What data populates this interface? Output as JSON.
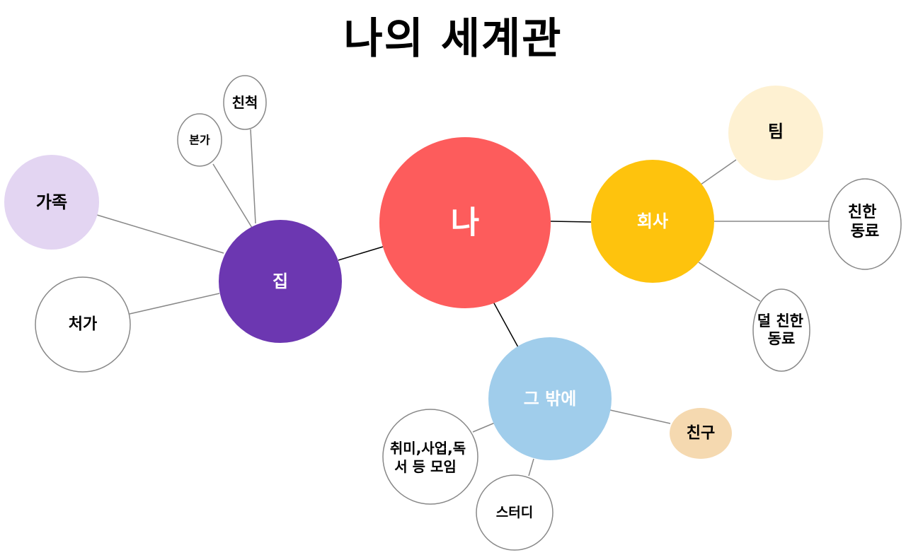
{
  "title": "나의 세계관",
  "colors": {
    "center": "#fd5c5c",
    "home": "#6c37b1",
    "company": "#fec30d",
    "etc": "#a0cdeb",
    "family": "#e3d5f2",
    "team": "#fef1d2",
    "friend": "#f5d9b0",
    "white": "#ffffff",
    "outline": "#888888"
  },
  "nodes": {
    "center": "나",
    "home": "집",
    "company": "회사",
    "etc": "그 밖에",
    "family": "가족",
    "in_laws": "처가",
    "parents_home": "본가",
    "relatives": "친척",
    "team": "팀",
    "close_coworkers": [
      "친한",
      "동료"
    ],
    "less_close_coworkers": [
      "덜 친한",
      "동료"
    ],
    "friends": "친구",
    "meetups": [
      "취미,사업,독",
      "서 등 모임"
    ],
    "study": "스터디"
  }
}
